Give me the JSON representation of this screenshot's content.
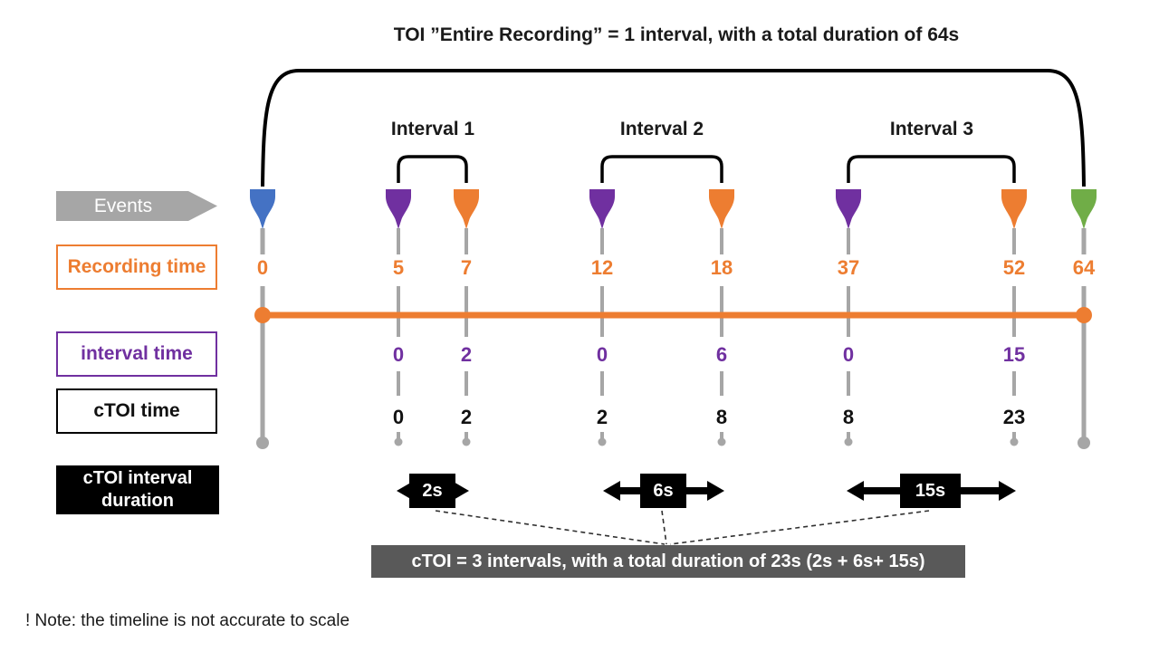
{
  "title": "TOI ”Entire Recording” = 1 interval, with a total duration of 64s",
  "row_labels": {
    "events": "Events",
    "recording_time": "Recording time",
    "interval_time": "interval time",
    "ctoi_time": "cTOI time",
    "ctoi_duration_line1": "cTOI interval",
    "ctoi_duration_line2": "duration"
  },
  "intervals": [
    {
      "label": "Interval 1",
      "duration": "2s"
    },
    {
      "label": "Interval 2",
      "duration": "6s"
    },
    {
      "label": "Interval 3",
      "duration": "15s"
    }
  ],
  "columns": [
    {
      "marker": "blue",
      "marker_hex": "#4472C4",
      "recording_time": "0"
    },
    {
      "marker": "purple",
      "marker_hex": "#7030A0",
      "recording_time": "5",
      "interval_time": "0",
      "ctoi_time": "0"
    },
    {
      "marker": "orange",
      "marker_hex": "#ED7D31",
      "recording_time": "7",
      "interval_time": "2",
      "ctoi_time": "2"
    },
    {
      "marker": "purple",
      "marker_hex": "#7030A0",
      "recording_time": "12",
      "interval_time": "0",
      "ctoi_time": "2"
    },
    {
      "marker": "orange",
      "marker_hex": "#ED7D31",
      "recording_time": "18",
      "interval_time": "6",
      "ctoi_time": "8"
    },
    {
      "marker": "purple",
      "marker_hex": "#7030A0",
      "recording_time": "37",
      "interval_time": "0",
      "ctoi_time": "8"
    },
    {
      "marker": "orange",
      "marker_hex": "#ED7D31",
      "recording_time": "52",
      "interval_time": "15",
      "ctoi_time": "23"
    },
    {
      "marker": "green",
      "marker_hex": "#70AD47",
      "recording_time": "64"
    }
  ],
  "summary": "cTOI = 3 intervals, with a total duration of 23s (2s + 6s+ 15s)",
  "note": "! Note: the timeline is not accurate to scale",
  "colors": {
    "orange": "#ED7D31",
    "purple": "#7030A0",
    "blue": "#4472C4",
    "green": "#70AD47",
    "gray_line": "#A6A6A6",
    "banner_gray": "#A6A6A6",
    "summary_gray": "#595959",
    "black": "#000000"
  }
}
